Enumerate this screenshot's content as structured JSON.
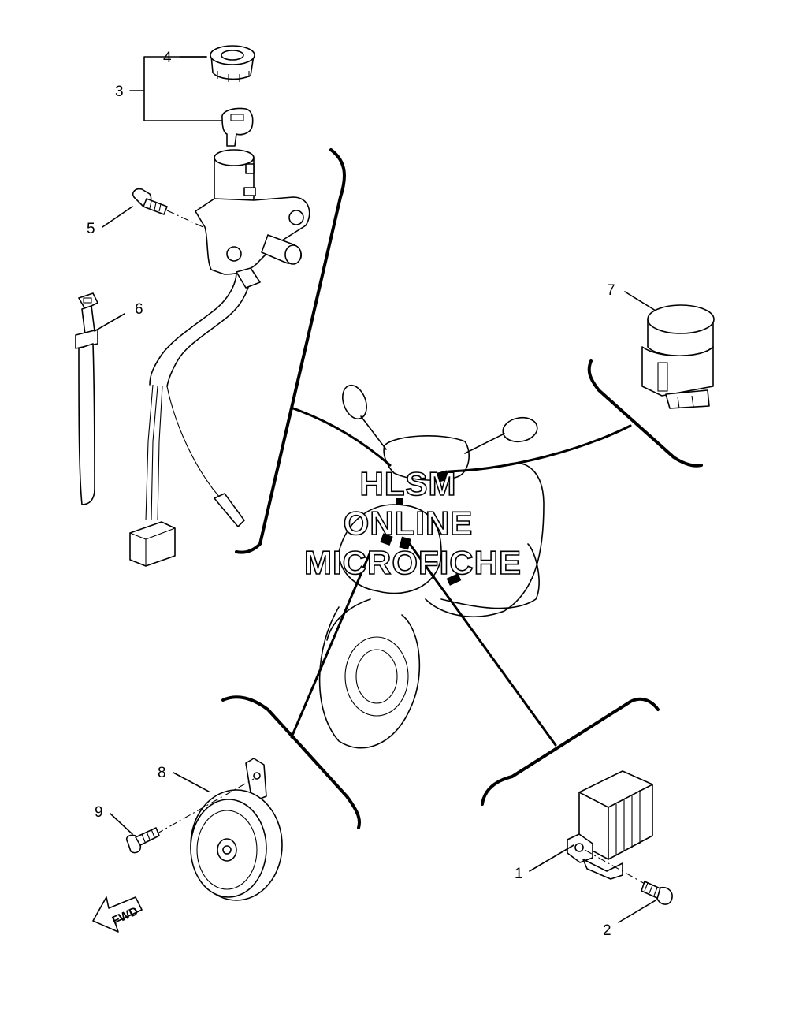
{
  "callouts": {
    "c1": "1",
    "c2": "2",
    "c3": "3",
    "c4": "4",
    "c5": "5",
    "c6": "6",
    "c7": "7",
    "c8": "8",
    "c9": "9"
  },
  "watermark": {
    "line1": "HLSM",
    "line2": "ONLINE",
    "line3": "MICROFICHE"
  },
  "fwd_label": "FWD",
  "colors": {
    "ink": "#000000",
    "paper": "#ffffff"
  },
  "parts": [
    {
      "ref": "1",
      "icon": "rectifier-regulator-icon"
    },
    {
      "ref": "2",
      "icon": "bolt-icon"
    },
    {
      "ref": "3",
      "icon": "main-switch-key-icon"
    },
    {
      "ref": "4",
      "icon": "switch-cap-icon"
    },
    {
      "ref": "5",
      "icon": "screw-icon"
    },
    {
      "ref": "6",
      "icon": "cable-tie-icon"
    },
    {
      "ref": "7",
      "icon": "relay-icon"
    },
    {
      "ref": "8",
      "icon": "horn-icon"
    },
    {
      "ref": "9",
      "icon": "screw-icon"
    }
  ]
}
